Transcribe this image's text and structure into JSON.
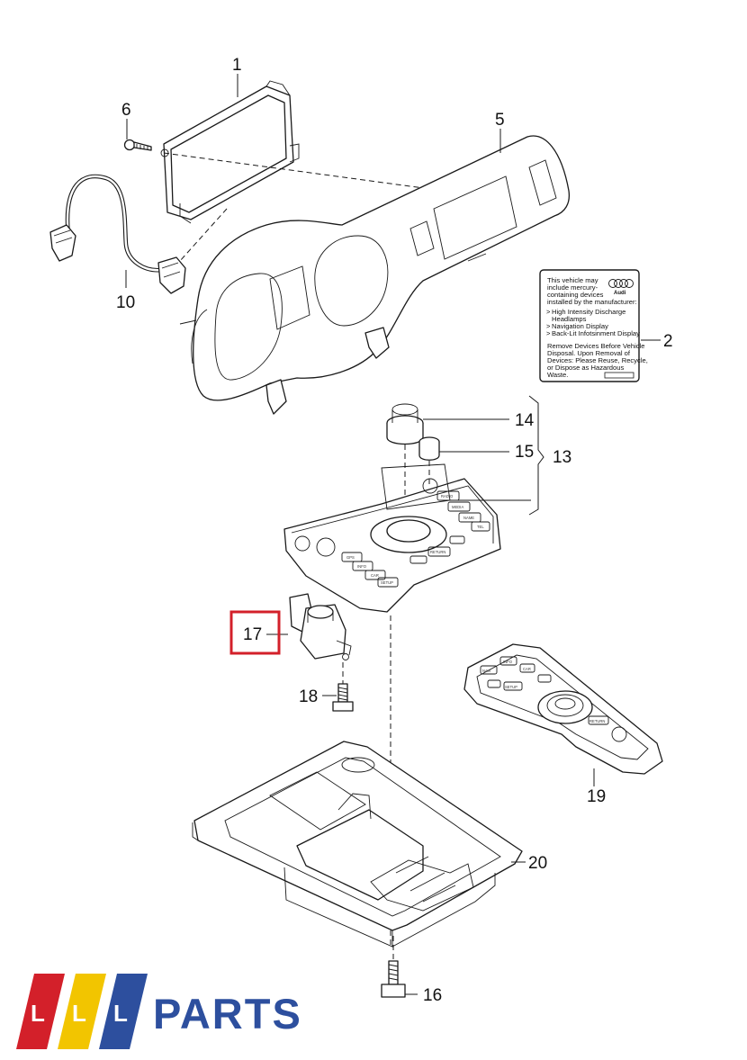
{
  "callouts": {
    "c1": "1",
    "c2": "2",
    "c5": "5",
    "c6": "6",
    "c10": "10",
    "c13": "13",
    "c14": "14",
    "c15": "15",
    "c16": "16",
    "c17": "17",
    "c18": "18",
    "c19": "19",
    "c20": "20"
  },
  "highlight_color": "#d3202a",
  "warning_label": {
    "lines": [
      "This vehicle may",
      "include mercury-",
      "containing devices",
      "installed by the manufacturer:",
      "High Intensity Discharge",
      "Headlamps",
      "Navigation Display",
      "Back-Lit Infotsinment Display",
      "Remove Devices Before Vehicle",
      "Disposal. Upon Removal of",
      "Devices: Please Reuse, Recycle,",
      "or Dispose as Hazardous",
      "Waste."
    ],
    "brand": "Audi"
  },
  "control_keys": {
    "k1": "RADIO",
    "k2": "MEDIA",
    "k3": "NAME",
    "k4": "TEL",
    "k5": "RETURN",
    "k6": "GPS",
    "k7": "INFO",
    "k8": "CAR",
    "k9": "SETUP"
  },
  "remote_keys": {
    "r1": "NAVI",
    "r2": "INFO",
    "r3": "CAR",
    "r4": "SETUP",
    "r5": "RETURN"
  },
  "logo": {
    "letter": "L",
    "text": "PARTS",
    "colors": [
      "#d3202a",
      "#f2c500",
      "#2d4f9e"
    ]
  }
}
